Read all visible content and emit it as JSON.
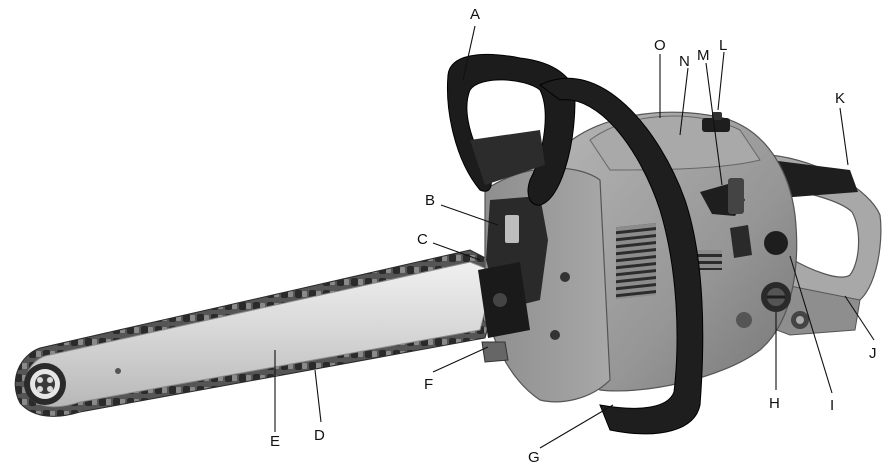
{
  "colors": {
    "background": "#ffffff",
    "body_gray": "#9a9a9a",
    "body_dark": "#6e6e6e",
    "bar_light": "#dcdcdc",
    "rubber_black": "#1e1e1e",
    "chain": "#4a4a4a",
    "label_ink": "#111111"
  },
  "callouts": {
    "A": "A",
    "B": "B",
    "C": "C",
    "D": "D",
    "E": "E",
    "F": "F",
    "G": "G",
    "H": "H",
    "I": "I",
    "J": "J",
    "K": "K",
    "L": "L",
    "M": "M",
    "N": "N",
    "O": "O"
  }
}
